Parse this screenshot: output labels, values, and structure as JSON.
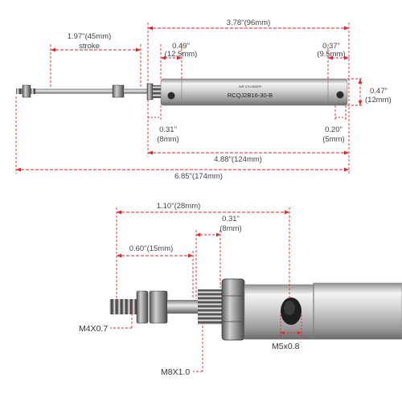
{
  "colors": {
    "dimension_line": "#e8232a",
    "body_metal": "#c9c9c9",
    "dark_metal": "#555555",
    "text": "#444444"
  },
  "top_view": {
    "body_marking": "RCQJ2B16-30-B",
    "brand_marking": "AIR CYLINDER",
    "dimensions": {
      "stroke_value": "1.97\"(45mm)",
      "stroke_label": "stroke",
      "body_length": "3.78\"(96mm)",
      "front_boss_inch": "0.49\"",
      "front_boss_mm": "(12.5mm)",
      "rear_boss_inch": "0.37\"",
      "rear_boss_mm": "(9.5mm)",
      "diameter_inch": "0.47\"",
      "diameter_mm": "(12mm)",
      "neck_inch": "0.31\"",
      "neck_mm": "(8mm)",
      "eye_inch": "0.20\"",
      "eye_mm": "(5mm)",
      "retracted_length": "4.88\"(124mm)",
      "extended_length": "6.85\"(174mm)"
    }
  },
  "detail_view": {
    "dimensions": {
      "rod_to_port": "1.10\"(28mm)",
      "thread_length_inch": "0.31\"",
      "thread_length_mm": "(8mm)",
      "rod_thread_length": "0.60\"(15mm)"
    },
    "labels": {
      "rod_thread": "M4X0.7",
      "mount_thread": "M8X1.0",
      "port_thread": "M5x0.8"
    }
  }
}
